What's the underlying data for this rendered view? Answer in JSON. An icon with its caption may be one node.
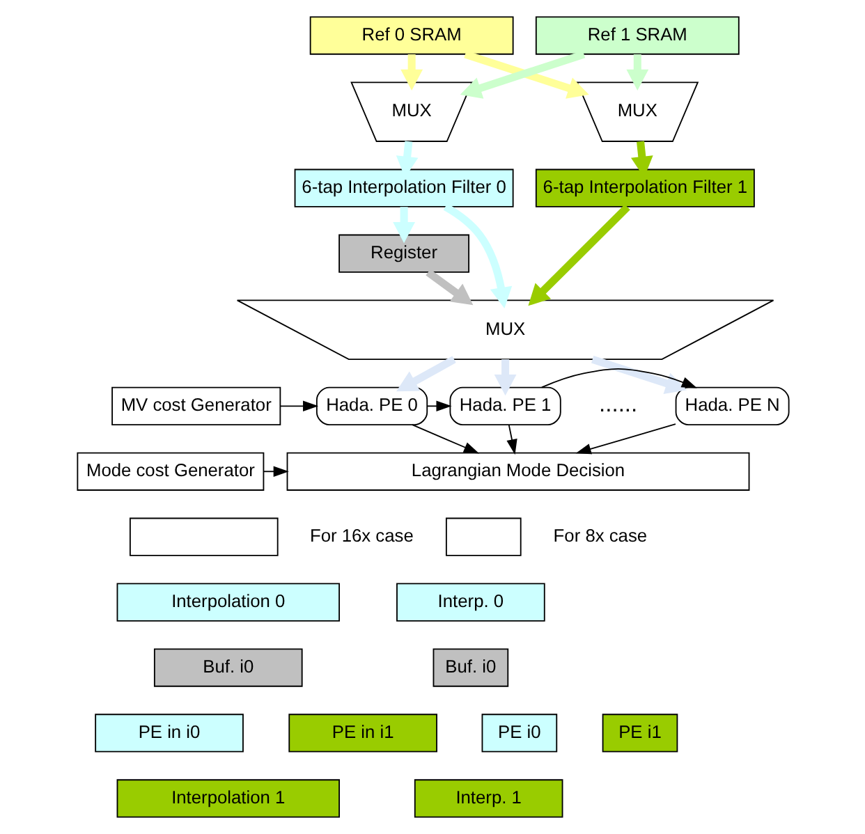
{
  "diagram": {
    "nodes": [
      {
        "text": [
          "Ref 0 SRAM"
        ]
      },
      {
        "text": [
          "Ref 1 SRAM"
        ]
      },
      {
        "text": [
          "MUX"
        ]
      },
      {
        "text": [
          "MUX"
        ]
      },
      {
        "text": [
          "6-tap Interpolation Filter 0"
        ]
      },
      {
        "text": [
          "6-tap Interpolation Filter 1"
        ]
      },
      {
        "text": [
          "Register"
        ]
      },
      {
        "text": [
          "MUX"
        ]
      },
      {
        "text": [
          "MV cost Generator"
        ]
      },
      {
        "text": [
          "Hada. PE 0"
        ]
      },
      {
        "text": [
          "Hada. PE 1"
        ]
      },
      {
        "text": [
          "Hada. PE N"
        ]
      },
      {
        "text": [
          "Mode cost Generator"
        ]
      },
      {
        "text": [
          "Lagrangian Mode Decision"
        ]
      },
      {
        "text": [],
        "shape": "box",
        "beside": [
          "For 16x case"
        ]
      },
      {
        "text": [],
        "shape": "box",
        "beside": [
          "For 8x case"
        ]
      },
      {
        "text": [
          "Interpolation 0"
        ]
      },
      {
        "text": [
          "Buf. i0"
        ]
      },
      {
        "text": [
          "PE in i0"
        ]
      },
      {
        "text": [
          "PE in i1"
        ]
      },
      {
        "text": [
          "Interpolation 1"
        ]
      },
      {
        "text": [
          "Interp. 0"
        ]
      },
      {
        "text": [
          "Buf. i0"
        ]
      },
      {
        "text": [
          "PE i0"
        ]
      },
      {
        "text": [
          "PE i1"
        ]
      },
      {
        "text": [
          "Interp. 1"
        ]
      }
    ],
    "edges": [
      {
        "from": 0,
        "to": 2,
        "arrow": "to",
        "color": "#ffff99"
      },
      {
        "from": 1,
        "to": 2,
        "arrow": "to",
        "color": "#ccffcc"
      },
      {
        "from": 0,
        "to": 3,
        "arrow": "to",
        "color": "#ffff99"
      },
      {
        "from": 1,
        "to": 3,
        "arrow": "to",
        "color": "#ccffcc"
      },
      {
        "from": 2,
        "to": 4,
        "arrow": "to",
        "color": "#ccffff"
      },
      {
        "from": 3,
        "to": 5,
        "arrow": "to",
        "color": "#99cc00"
      },
      {
        "from": 4,
        "to": 7,
        "arrow": "to",
        "color": "#ccffff"
      },
      {
        "from": 4,
        "to": 6,
        "arrow": "to",
        "color": "#ccffff"
      },
      {
        "from": 6,
        "to": 7,
        "arrow": "to",
        "color": "#c0c0c0"
      },
      {
        "from": 5,
        "to": 7,
        "arrow": "to",
        "color": "#99cc00"
      },
      {
        "from": 7,
        "to": 9,
        "arrow": "to",
        "color": "#dde8f8"
      },
      {
        "from": 7,
        "to": 10,
        "arrow": "to",
        "color": "#dde8f8"
      },
      {
        "from": 7,
        "to": 11,
        "arrow": "to",
        "color": "#dde8f8"
      },
      {
        "from": 8,
        "to": 9,
        "arrow": "to"
      },
      {
        "from": 9,
        "to": 10,
        "arrow": "to"
      },
      {
        "from": 10,
        "to": 11,
        "arrow": "to"
      },
      {
        "from": 9,
        "to": 13,
        "arrow": "to"
      },
      {
        "from": 10,
        "to": 13,
        "arrow": "to"
      },
      {
        "from": 11,
        "to": 13,
        "arrow": "to"
      },
      {
        "from": 12,
        "to": 13,
        "arrow": "to"
      }
    ],
    "labels": [
      "......"
    ]
  }
}
